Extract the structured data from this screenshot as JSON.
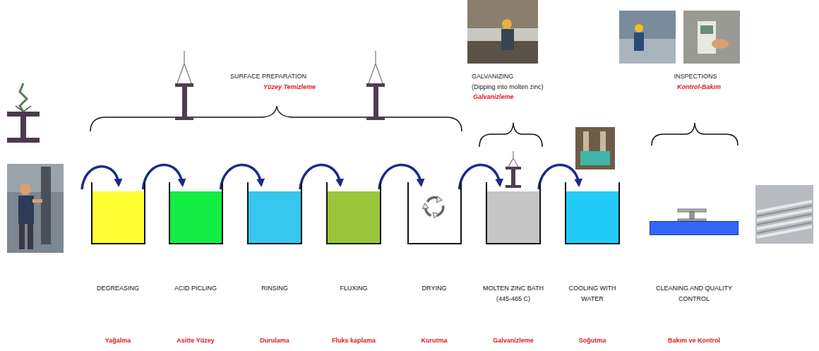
{
  "diagram": {
    "nodes": [
      {
        "text": [
          "DEGREASING",
          "Yağalma"
        ]
      },
      {
        "text": [
          "ACID PICLING",
          "Asitte Yüzey"
        ]
      },
      {
        "text": [
          "RINSING",
          "Durulama"
        ]
      },
      {
        "text": [
          "FLUXING",
          "Fluks kaplama"
        ]
      },
      {
        "text": [
          "DRYING",
          "Kurutma"
        ]
      },
      {
        "text": [
          "MOLTEN ZINC BATH (445-465 C)",
          "Galvanizleme"
        ]
      },
      {
        "text": [
          "COOLING WITH WATER",
          "Soğutma"
        ]
      },
      {
        "text": [
          "CLEANING AND QUALITY CONTROL",
          "Bakım ve Kontrol"
        ]
      }
    ],
    "edges": [
      {
        "from": 0,
        "to": 1,
        "arrow": "to"
      },
      {
        "from": 1,
        "to": 2,
        "arrow": "to"
      },
      {
        "from": 2,
        "to": 3,
        "arrow": "to"
      },
      {
        "from": 3,
        "to": 4,
        "arrow": "to"
      },
      {
        "from": 4,
        "to": 5,
        "arrow": "to"
      },
      {
        "from": 5,
        "to": 6,
        "arrow": "to"
      }
    ],
    "labels": [
      "SURFACE PREPARATION",
      "Yüzey Temizleme",
      "GALVANIZING",
      "(Dipping into molten zinc)",
      "Galvanizleme",
      "INSPECTIONS",
      "Kontrol-Bakım"
    ]
  }
}
